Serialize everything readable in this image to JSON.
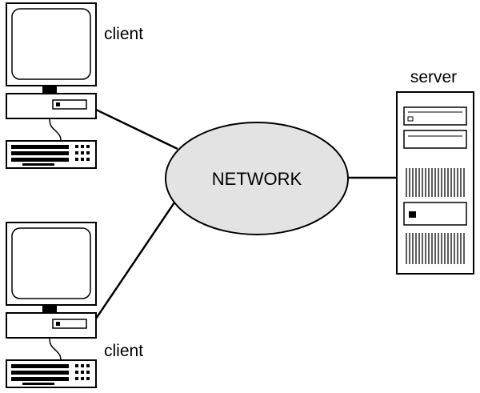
{
  "diagram": {
    "network_label": "NETWORK",
    "server_label": "server",
    "clients": [
      {
        "label": "client"
      },
      {
        "label": "client"
      }
    ],
    "colors": {
      "stroke": "#000000",
      "network_fill": "#e3e3e3",
      "panel_fill": "#ffffff"
    }
  }
}
